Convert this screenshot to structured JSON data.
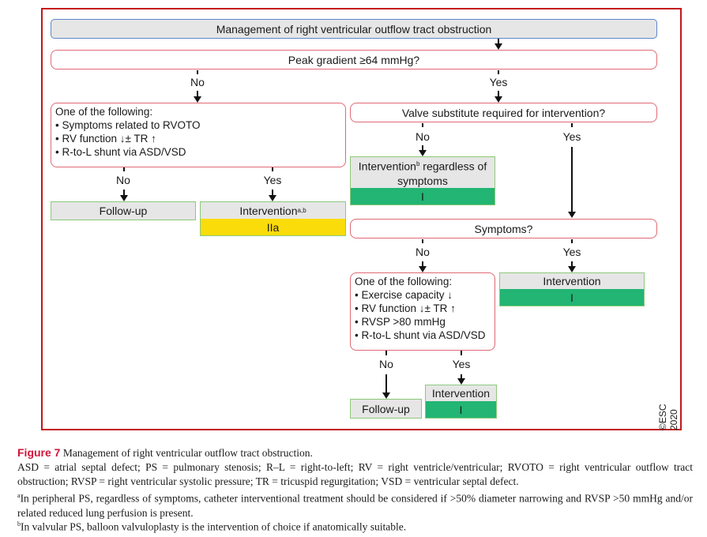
{
  "diagram": {
    "title": "Management of right ventricular outflow tract obstruction",
    "q1": "Peak gradient ≥64 mmHg?",
    "no": "No",
    "yes": "Yes",
    "left_criteria": {
      "heading": "One of the following:",
      "items": [
        "• Symptoms related to RVOTO",
        "• RV function ↓± TR ↑",
        "• R-to-L shunt via ASD/VSD"
      ]
    },
    "left_followup": "Follow-up",
    "left_intervention": "Intervention",
    "left_intervention_sup": "a,b",
    "left_class": "IIa",
    "q2": "Valve substitute required for intervention?",
    "valve_no_intervention": "Intervention",
    "valve_no_sup": "b",
    "valve_no_rest": " regardless of symptoms",
    "valve_no_class": "I",
    "q3": "Symptoms?",
    "right_criteria": {
      "heading": "One of the following:",
      "items": [
        "• Exercise capacity ↓",
        "• RV function ↓± TR ↑",
        "• RVSP >80 mmHg",
        "• R-to-L shunt via ASD/VSD"
      ]
    },
    "symptoms_yes_intervention": "Intervention",
    "symptoms_yes_class": "I",
    "final_followup": "Follow-up",
    "final_intervention": "Intervention",
    "final_class": "I",
    "copyright": "©ESC 2020",
    "colors": {
      "frame": "#c4161c",
      "class_I": "#22b573",
      "class_IIa": "#fbdc0b",
      "question_border": "#e06a74",
      "result_border": "#8cc97a"
    }
  },
  "caption": {
    "figure_label": "Figure 7",
    "figure_title": " Management of right ventricular outflow tract obstruction.",
    "abbreviations": "ASD = atrial septal defect; PS = pulmonary stenosis; R–L = right-to-left; RV = right ventricle/ventricular; RVOTO = right ventricular outflow tract obstruction; RVSP = right ventricular systolic pressure; TR = tricuspid regurgitation; VSD = ventricular septal defect.",
    "note_a_mark": "a",
    "note_a": "In peripheral PS, regardless of symptoms, catheter interventional treatment should be considered if >50% diameter narrowing and RVSP >50 mmHg and/or related reduced lung perfusion is present.",
    "note_b_mark": "b",
    "note_b": "In valvular PS, balloon valvuloplasty is the intervention of choice if anatomically suitable."
  }
}
